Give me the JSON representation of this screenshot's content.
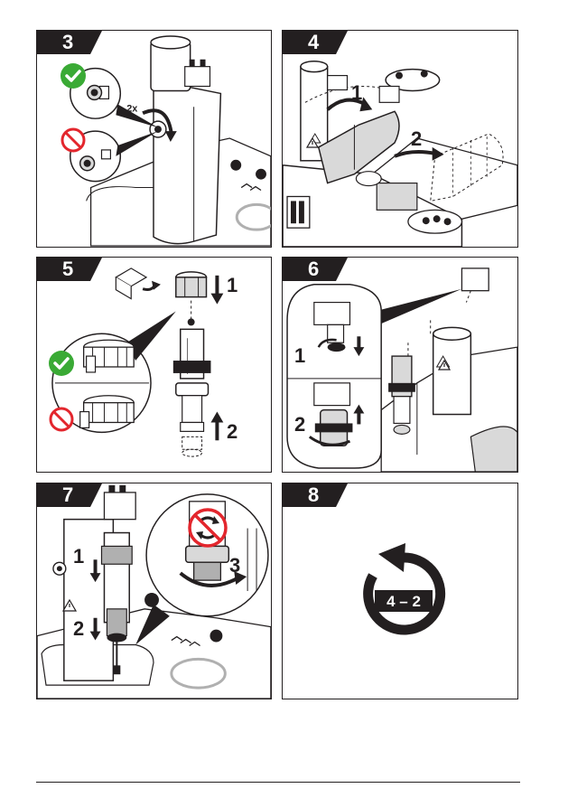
{
  "panels": [
    {
      "step": "3",
      "labels": {
        "count": "2x"
      }
    },
    {
      "step": "4",
      "labels": {
        "sub1": "1",
        "sub2": "2"
      }
    },
    {
      "step": "5",
      "labels": {
        "sub1": "1",
        "sub2": "2"
      }
    },
    {
      "step": "6",
      "labels": {
        "sub1": "1",
        "sub2": "2"
      }
    },
    {
      "step": "7",
      "labels": {
        "sub1": "1",
        "sub2": "2",
        "sub3": "3"
      }
    },
    {
      "step": "8",
      "labels": {
        "repeat": "4 – 2"
      }
    }
  ],
  "icons": [
    "check-icon",
    "prohibited-icon",
    "warning-icon",
    "repeat-loop-icon",
    "rotate-arrow-icon",
    "down-arrow-icon",
    "up-arrow-icon"
  ],
  "colors": {
    "ink": "#231f20",
    "check_green": "#3aaa35",
    "prohibit_red": "#e3262d",
    "gray_ring": "#b0b0b0",
    "shade": "#d9d9d9"
  }
}
